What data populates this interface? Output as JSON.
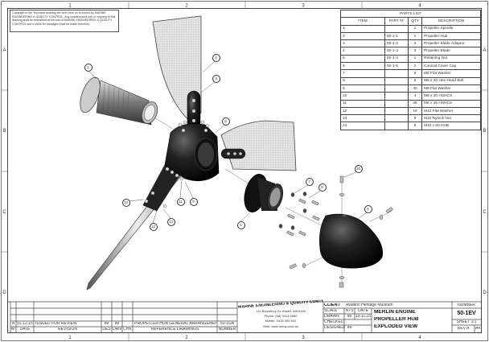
{
  "frame": {
    "columns": [
      "1",
      "2",
      "3",
      "4"
    ],
    "rows": [
      "A",
      "B",
      "C",
      "D"
    ]
  },
  "copyright": "Copyright in the Technical drawing set forth here on is owned by MARINE ENGINEERING & QUALITY CONTROL. Any unauthorised use or copying of this drawing shall be restrained at the suit of MARINE ENGINEERING & QUALITY CONTROL and a claim for damages shall be made therefore.",
  "parts_list": {
    "title": "PARTS LIST",
    "headers": [
      "ITEM",
      "PART Nº",
      "QTY",
      "DESCRIPTION"
    ],
    "rows": [
      [
        "1",
        "",
        "1",
        "Propeller Spindle"
      ],
      [
        "2",
        "50-1-1",
        "1",
        "Propeller Hub"
      ],
      [
        "3",
        "50-1-2",
        "3",
        "Propeller Blade Adaptor"
      ],
      [
        "4",
        "50-1-3",
        "3",
        "Propeller Blade"
      ],
      [
        "5",
        "50-1-4",
        "1",
        "Retaining Nut"
      ],
      [
        "6",
        "50-1-5",
        "1",
        "Conical Cover Cap"
      ],
      [
        "7",
        "",
        "6",
        "M6 Flat Washer"
      ],
      [
        "8",
        "",
        "6",
        "M6 x 20 Hex-Head Bolt"
      ],
      [
        "9",
        "",
        "40",
        "M8 Flat Washer"
      ],
      [
        "10",
        "",
        "4",
        "M8 x 20 HSHCS"
      ],
      [
        "11",
        "",
        "36",
        "M8 x 25 HSHCS"
      ],
      [
        "12",
        "",
        "18",
        "M10 Flat Washer"
      ],
      [
        "13",
        "",
        "9",
        "M10 Nylock Nut"
      ],
      [
        "14",
        "",
        "9",
        "M10 x 60 HHB"
      ]
    ]
  },
  "balloons": [
    "1",
    "2",
    "3",
    "4",
    "5",
    "6",
    "7",
    "8",
    "9",
    "10",
    "11",
    "12",
    "13",
    "14"
  ],
  "revision_block": {
    "rev": {
      "no": "A",
      "date": "01.12.15",
      "revision": "ISSUED FOR REVIEW",
      "des": "IM",
      "drn": "IM",
      "chk": ""
    },
    "headers": {
      "no": "Nº",
      "date": "DATE",
      "revision": "REVISION",
      "des": "DES",
      "drn": "DRN",
      "chk": "CHK",
      "ref": "REFERENCE DRAWINGS",
      "number": "NUMBER"
    },
    "reference": {
      "title": "PROPELLER HUB GENERAL ARRANGEMENT",
      "number": "50-1GA"
    }
  },
  "company": {
    "name": "MARINE ENGINEERING & QUALITY CONTROL",
    "address": "110 Brenzbury Dr. Atwell, WA 6164",
    "phone": "Phone: (08) 9414 5960",
    "mobile": "Mobile: 0418 905 602",
    "web": "Web: www.meqc.com.au"
  },
  "title_block": {
    "client_label": "CLIENT",
    "client": "Aviation Heritage Museum",
    "scale_label": "SCALE",
    "scale": "NTS",
    "date_label": "DATE",
    "drawn_label": "DRAWN",
    "drawn": "IM",
    "date": "19.11.15",
    "checked_label": "CHECKED",
    "designed_label": "DESIGNED",
    "designed": "IM",
    "title_lines": [
      "MERLIN ENGINE",
      "PROPELLER HUB",
      "EXPLODED VIEW"
    ],
    "number_label": "NUMBER",
    "number": "50-1EV",
    "sheet": "SHEET 1/1",
    "rev": "REV A",
    "size": "A4"
  }
}
